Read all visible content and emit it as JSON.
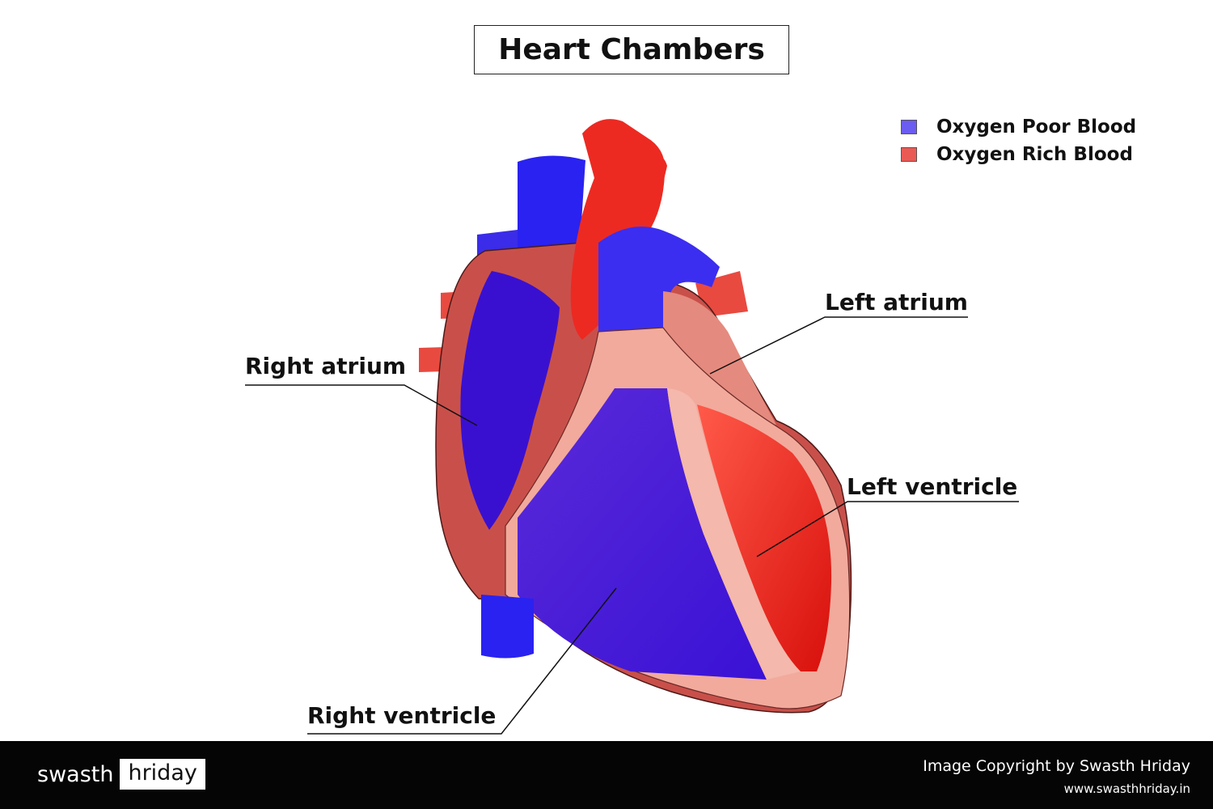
{
  "title": "Heart Chambers",
  "legend": [
    {
      "label": "Oxygen Poor Blood",
      "color": "#6b5cf2"
    },
    {
      "label": "Oxygen Rich Blood",
      "color": "#ea5a55"
    }
  ],
  "labels": {
    "right_atrium": "Right atrium",
    "left_atrium": "Left atrium",
    "left_ventricle": "Left ventricle",
    "right_ventricle": "Right ventricle"
  },
  "footer": {
    "brand_word_1": "swasth",
    "brand_word_2": "hriday",
    "copyright": "Image Copyright by Swasth Hriday",
    "website": "www.swasthhriday.in"
  },
  "colors": {
    "deoxygenated": "#2a14e0",
    "oxygenated": "#e8201a",
    "muscle": "#c9504a",
    "wall": "#f2aa9c",
    "footer_bg": "#050505"
  }
}
